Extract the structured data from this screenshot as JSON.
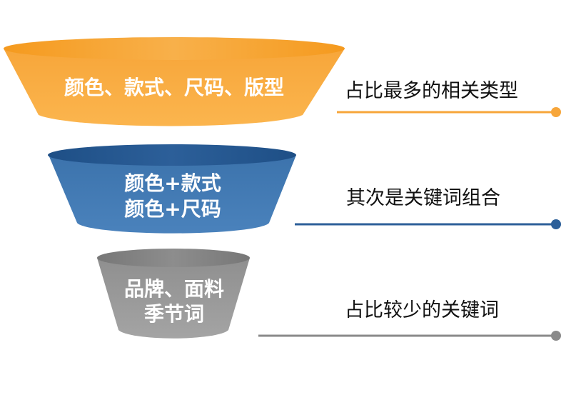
{
  "colors": {
    "orange": "#F7A63A",
    "blue": "#3A6EA5",
    "gray": "#8A8A8A"
  },
  "funnel": {
    "segments": [
      {
        "lines": [
          "颜色、款式、尺码、版型"
        ],
        "label": "占比最多的相关类型"
      },
      {
        "lines": [
          "颜色+款式",
          "颜色+尺码"
        ],
        "label": "其次是关键词组合"
      },
      {
        "lines": [
          "品牌、面料",
          "季节词"
        ],
        "label": "占比较少的关键词"
      }
    ]
  }
}
